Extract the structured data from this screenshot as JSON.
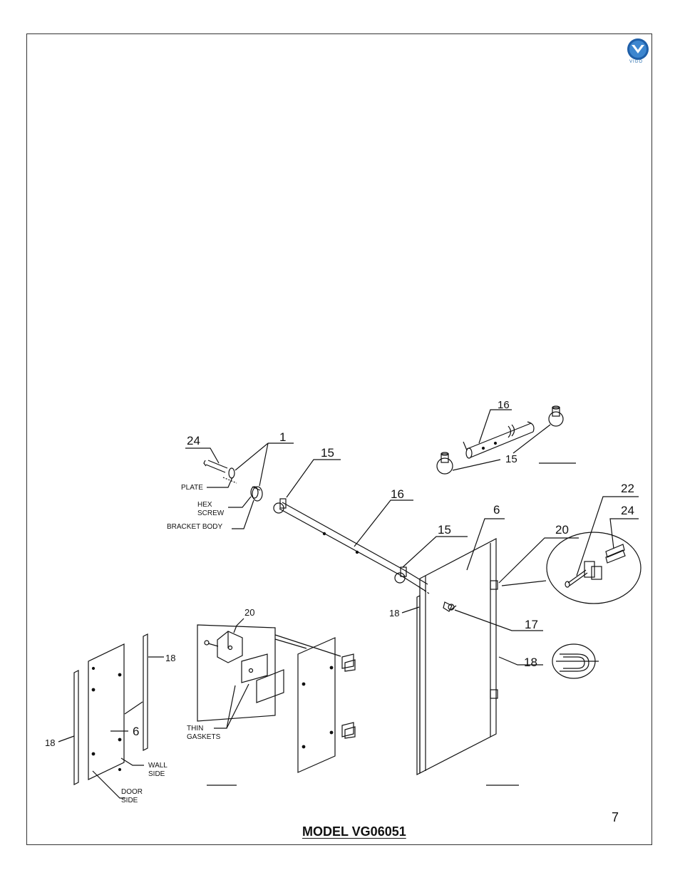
{
  "brand": {
    "logo_text": "VIGO",
    "accent": "#1f5fa8"
  },
  "labels": {
    "l24_top": "24",
    "l1": "1",
    "l15_top": "15",
    "l16_main": "16",
    "l16_detail": "16",
    "l15_detail": "15",
    "plate": "PLATE",
    "hex_screw_1": "HEX",
    "hex_screw_2": "SCREW",
    "bracket_body": "BRACKET BODY",
    "l22": "22",
    "l24_right": "24",
    "l6_main": "6",
    "l15_mid": "15",
    "l20_right": "20",
    "l18_door": "18",
    "l17": "17",
    "l18_right": "18",
    "l20_left": "20",
    "l18_panel_top": "18",
    "l18_panel_left": "18",
    "l6_panel": "6",
    "wall_side_1": "WALL",
    "wall_side_2": "SIDE",
    "door_side_1": "DOOR",
    "door_side_2": "SIDE",
    "thin_gaskets_1": "THIN",
    "thin_gaskets_2": "GASKETS"
  },
  "footer": {
    "page_number": "7",
    "model": "MODEL VG06051"
  }
}
